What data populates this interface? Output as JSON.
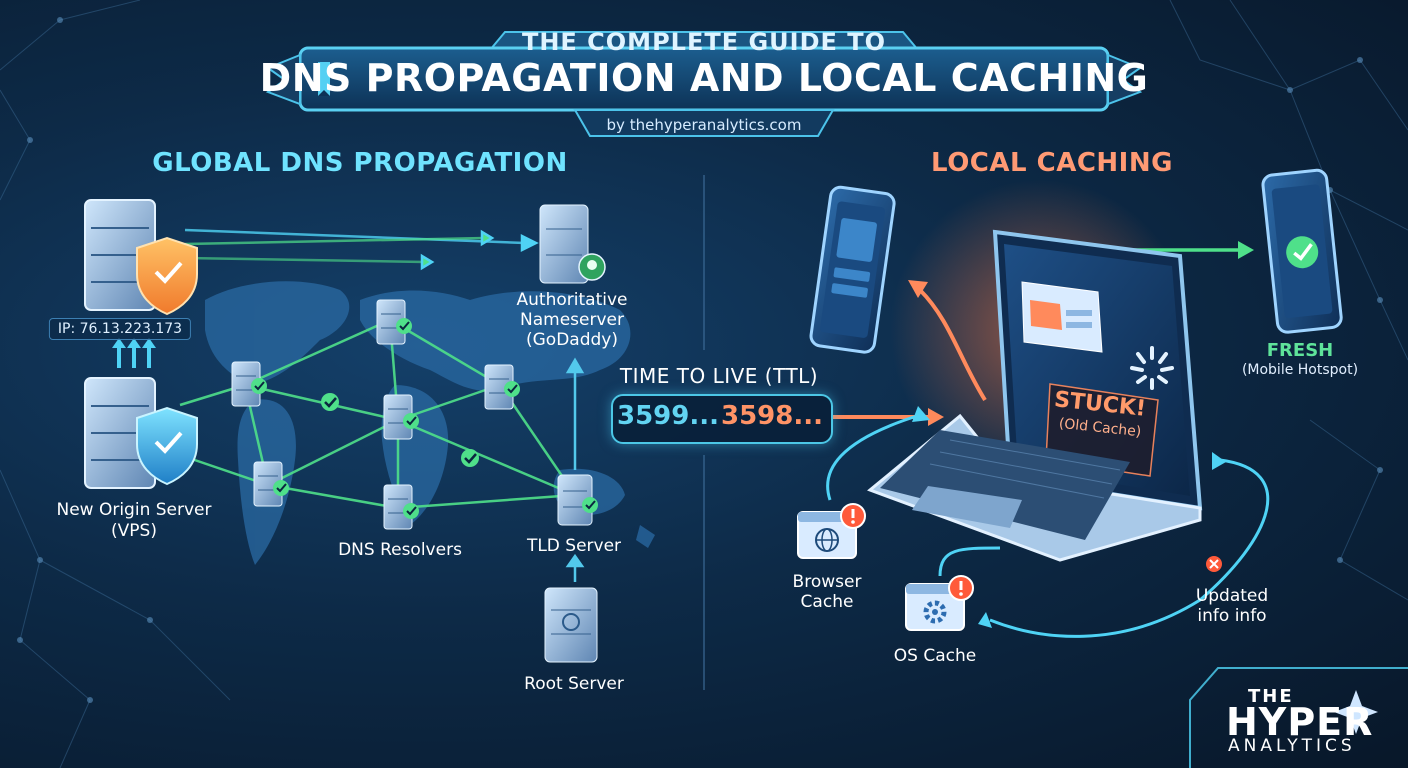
{
  "header": {
    "kicker": "THE COMPLETE GUIDE TO",
    "title": "DNS PROPAGATION AND LOCAL CACHING",
    "byline": "by thehyperanalytics.com"
  },
  "left_section": {
    "heading": "GLOBAL DNS PROPAGATION",
    "ip_label": "IP: 76.13.223.173",
    "origin_server": "New Origin Server\n(VPS)",
    "authoritative": "Authoritative\nNameserver\n(GoDaddy)",
    "dns_resolvers": "DNS Resolvers",
    "tld_server": "TLD Server",
    "root_server": "Root Server"
  },
  "ttl": {
    "label": "TIME TO LIVE (TTL)",
    "value_a": "3599...",
    "value_b": "3598..."
  },
  "right_section": {
    "heading": "LOCAL CACHING",
    "fresh_title": "FRESH",
    "fresh_sub": "(Mobile Hotspot)",
    "stuck_title": "STUCK!",
    "stuck_sub": "(Old Cache)",
    "browser_cache": "Browser\nCache",
    "os_cache": "OS Cache",
    "updated_info": "Updated\ninfo info"
  },
  "logo": {
    "the": "THE",
    "hyper": "HYPER",
    "analytics": "ANALYTICS"
  },
  "colors": {
    "accent_cyan": "#4fd3f5",
    "accent_orange": "#ff8a5c",
    "accent_green": "#4fe08a",
    "background": "#0d2a47"
  },
  "icons": [
    "server-icon",
    "shield-icon",
    "check-icon",
    "globe-icon",
    "gear-icon",
    "alert-icon",
    "phone-icon",
    "laptop-icon",
    "spinner-icon",
    "world-map"
  ]
}
